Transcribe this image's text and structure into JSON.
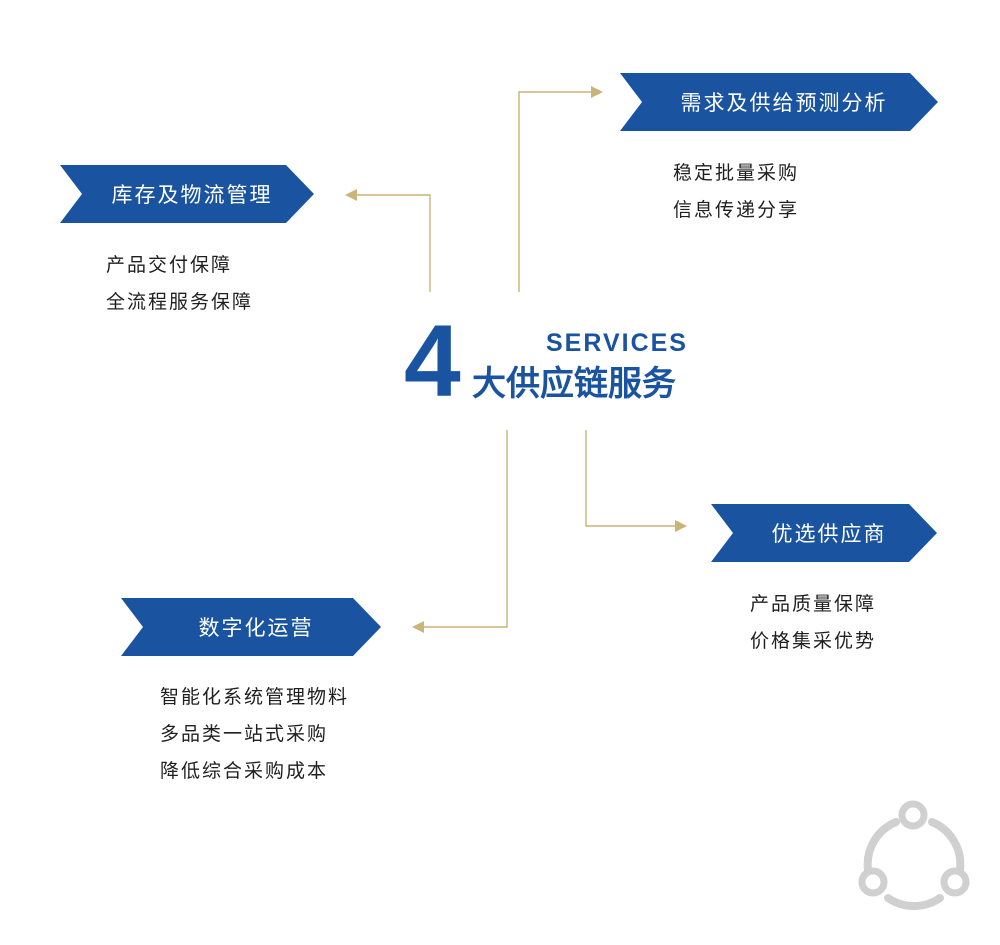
{
  "colors": {
    "banner_blue": "#1a54a0",
    "connector_gold": "#c9b479",
    "logo_gray": "#d0d0d0",
    "text_dark": "#1f1f1f"
  },
  "center": {
    "number": "4",
    "english": "SERVICES",
    "title": "大供应链服务"
  },
  "services": {
    "demand_forecast": {
      "title": "需求及供给预测分析",
      "items": [
        "稳定批量采购",
        "信息传递分享"
      ]
    },
    "inventory_logistics": {
      "title": "库存及物流管理",
      "items": [
        "产品交付保障",
        "全流程服务保障"
      ]
    },
    "preferred_suppliers": {
      "title": "优选供应商",
      "items": [
        "产品质量保障",
        "价格集采优势"
      ]
    },
    "digital_operations": {
      "title": "数字化运营",
      "items": [
        "智能化系统管理物料",
        "多品类一站式采购",
        "降低综合采购成本"
      ]
    }
  },
  "logo_icon": "cycle-nodes-icon"
}
